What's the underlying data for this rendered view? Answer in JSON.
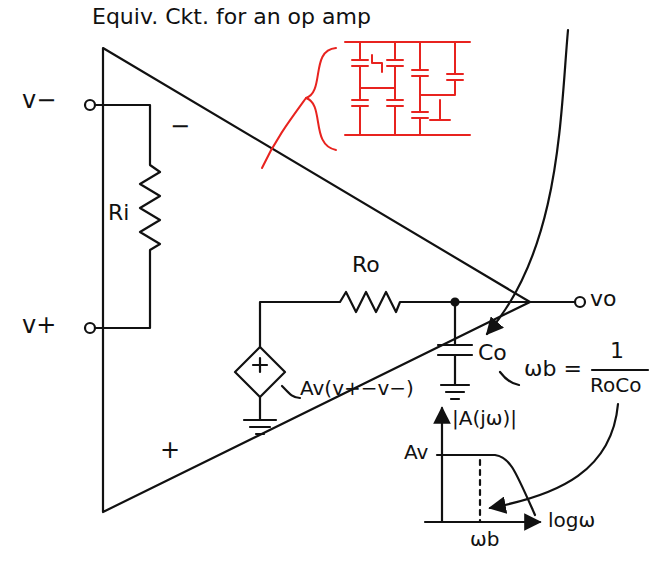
{
  "diagram": {
    "title": "Equiv. Ckt. for an op amp",
    "labels": [
      "v−",
      "v+",
      "−",
      "+",
      "Ri",
      "Ro",
      "vo",
      "Co",
      "Av(v+−v−)",
      "ωb =",
      "1",
      "RoCo",
      "|A(jω)|",
      "Av",
      "ωb",
      "logω"
    ]
  }
}
